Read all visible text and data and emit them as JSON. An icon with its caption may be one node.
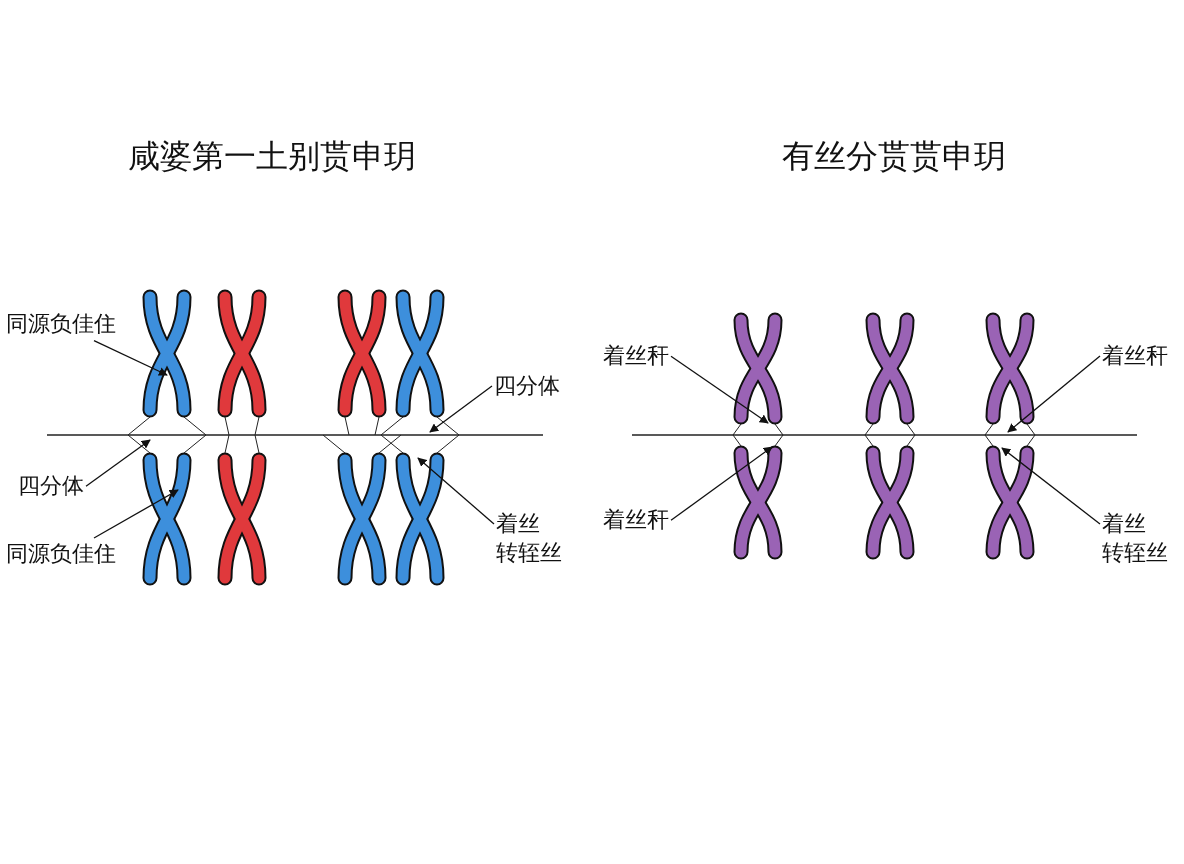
{
  "diagram": {
    "nodes": [
      {
        "text": [
          "同源负佳住"
        ]
      },
      {
        "text": [
          "四分体"
        ]
      },
      {
        "text": [
          "同源负佳住"
        ]
      },
      {
        "text": [
          "四分体"
        ]
      },
      {
        "text": [
          "着丝转轾丝"
        ]
      },
      {
        "text": [
          "着丝秆"
        ]
      },
      {
        "text": [
          "着丝秆"
        ]
      },
      {
        "text": [
          "着丝秆"
        ]
      },
      {
        "text": [
          "着丝转轾丝"
        ]
      },
      {
        "text": [],
        "shape": "picture"
      },
      {
        "text": [],
        "shape": "picture"
      },
      {
        "text": [],
        "shape": "picture"
      },
      {
        "text": [],
        "shape": "picture"
      },
      {
        "text": [],
        "shape": "picture"
      },
      {
        "text": [],
        "shape": "picture"
      },
      {
        "text": [],
        "shape": "picture"
      },
      {
        "text": [],
        "shape": "picture"
      },
      {
        "text": [],
        "shape": "picture"
      },
      {
        "text": [],
        "shape": "picture"
      },
      {
        "text": [],
        "shape": "picture"
      },
      {
        "text": [],
        "shape": "picture"
      },
      {
        "text": [],
        "shape": "picture"
      },
      {
        "text": [],
        "shape": "picture"
      }
    ],
    "edges": [
      {
        "from": 0,
        "to": 9,
        "arrow": "to"
      },
      {
        "from": 1,
        "to": 13,
        "arrow": "to"
      },
      {
        "from": 2,
        "to": 13,
        "arrow": "to"
      },
      {
        "from": 3,
        "to": 12,
        "arrow": "to"
      },
      {
        "from": 4,
        "to": 16,
        "arrow": "to"
      },
      {
        "from": 5,
        "to": 17,
        "arrow": "to"
      },
      {
        "from": 6,
        "to": 20,
        "arrow": "to"
      },
      {
        "from": 7,
        "to": 19,
        "arrow": "to"
      },
      {
        "from": 8,
        "to": 22,
        "arrow": "to"
      }
    ],
    "labels": [
      "咸婆第一土别贳申玥",
      "有丝分贳贳申玥"
    ]
  }
}
